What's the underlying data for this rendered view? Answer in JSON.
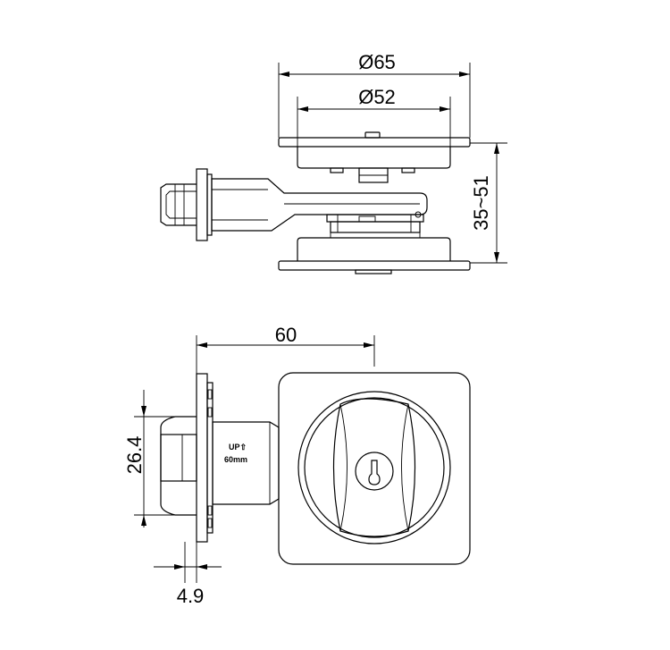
{
  "dimensions": {
    "outer_diameter": "Ø65",
    "inner_diameter": "Ø52",
    "door_thickness": "35~51",
    "backset": "60",
    "latch_height": "26.4",
    "latch_depth": "4.9"
  },
  "latch_label": {
    "line1": "UP⇧",
    "line2": "60mm"
  }
}
